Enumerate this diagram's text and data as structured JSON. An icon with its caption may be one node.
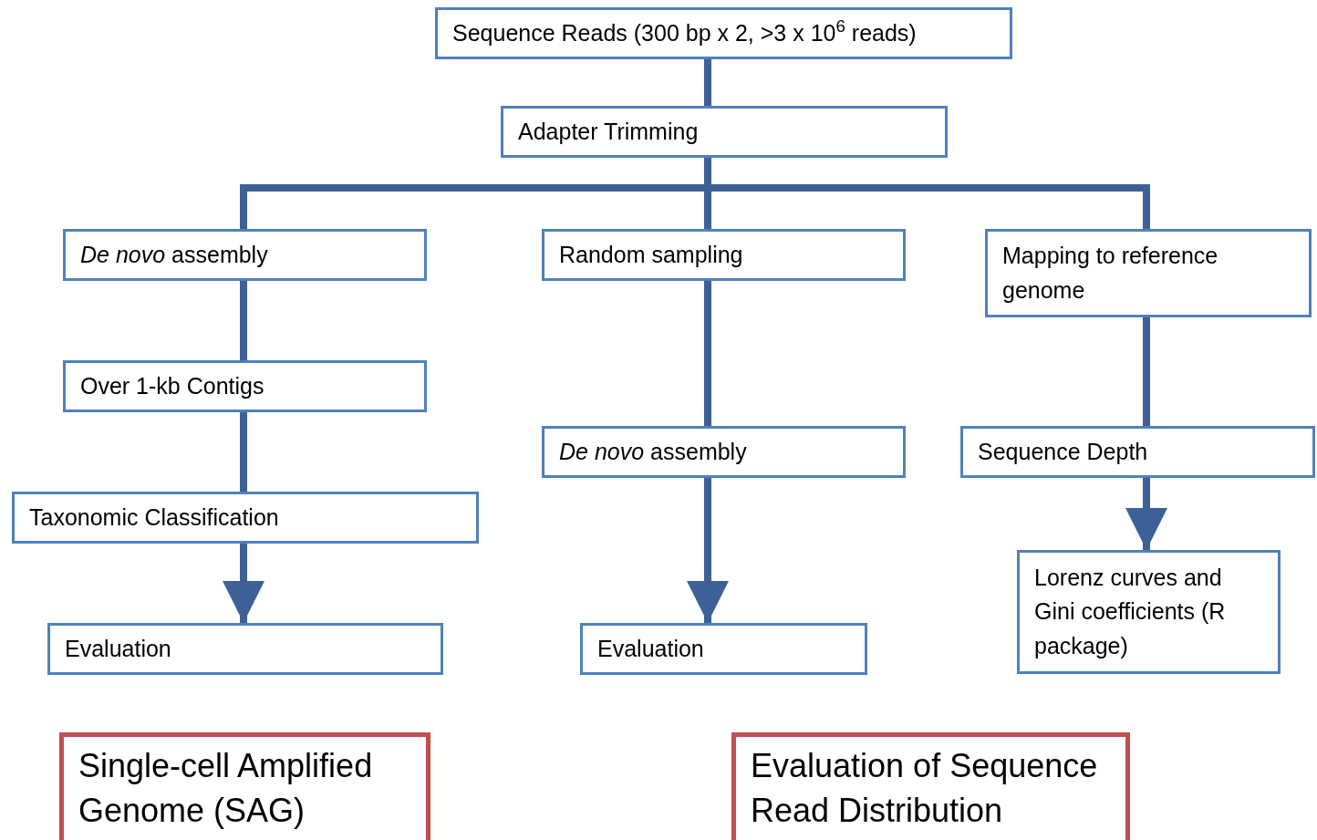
{
  "diagram": {
    "nodes": [
      {
        "text": [
          "Sequence Reads (300 bp x 2, >3 x 10$^{6}$ reads)"
        ]
      },
      {
        "text": [
          "Adapter Trimming"
        ]
      },
      {
        "text": [
          "*De novo* assembly"
        ]
      },
      {
        "text": [
          "Random sampling"
        ]
      },
      {
        "text": [
          "Mapping to reference genome"
        ]
      },
      {
        "text": [
          "Over 1-kb Contigs"
        ]
      },
      {
        "text": [
          "*De novo* assembly"
        ]
      },
      {
        "text": [
          "Sequence Depth"
        ]
      },
      {
        "text": [
          "Taxonomic Classification"
        ]
      },
      {
        "text": [
          "Lorenz curves and Gini coefficients (R package)"
        ]
      },
      {
        "text": [
          "Evaluation"
        ]
      },
      {
        "text": [
          "Evaluation"
        ]
      },
      {
        "text": [
          "Single-cell Amplified Genome (SAG)"
        ]
      },
      {
        "text": [
          "Evaluation of Sequence Read Distribution"
        ]
      }
    ],
    "edges": [
      {
        "from": 0,
        "to": 1,
        "arrow": "none"
      },
      {
        "from": 1,
        "to": 2,
        "arrow": "none"
      },
      {
        "from": 1,
        "to": 3,
        "arrow": "none"
      },
      {
        "from": 1,
        "to": 4,
        "arrow": "none"
      },
      {
        "from": 2,
        "to": 5,
        "arrow": "none"
      },
      {
        "from": 5,
        "to": 8,
        "arrow": "none"
      },
      {
        "from": 8,
        "to": 10,
        "arrow": "to"
      },
      {
        "from": 3,
        "to": 6,
        "arrow": "none"
      },
      {
        "from": 6,
        "to": 11,
        "arrow": "to"
      },
      {
        "from": 4,
        "to": 7,
        "arrow": "none"
      },
      {
        "from": 7,
        "to": 9,
        "arrow": "to"
      }
    ]
  }
}
